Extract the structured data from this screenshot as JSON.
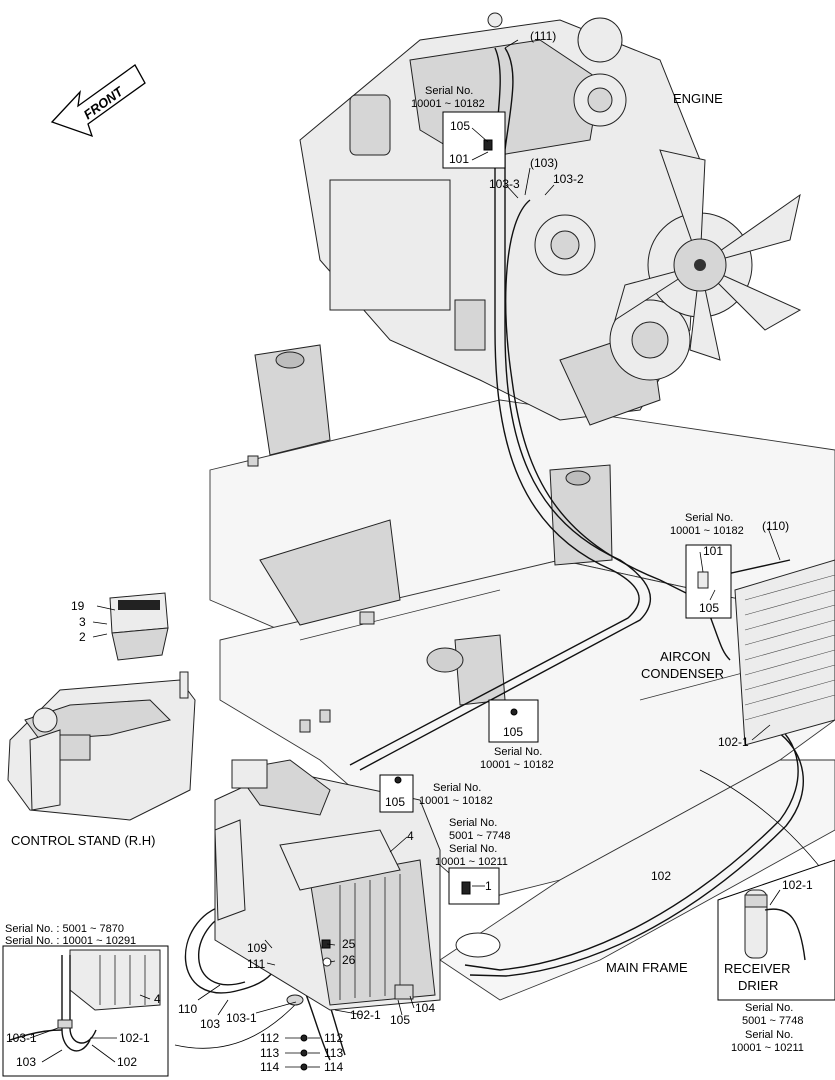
{
  "labels": {
    "front": "FRONT",
    "engine": "ENGINE",
    "aircon_condenser_1": "AIRCON",
    "aircon_condenser_2": "CONDENSER",
    "main_frame": "MAIN FRAME",
    "control_stand": "CONTROL STAND (R.H)",
    "receiver_drier_1": "RECEIVER",
    "receiver_drier_2": "DRIER"
  },
  "serials": {
    "engine_top_1": "Serial No.",
    "engine_top_2": "10001 ~ 10182",
    "condenser_1": "Serial No.",
    "condenser_2": "10001 ~ 10182",
    "mid_1": "Serial No.",
    "mid_2": "10001 ~ 10182",
    "lower_1": "Serial No.",
    "lower_2": "10001 ~ 10182",
    "part1_a": "Serial No.",
    "part1_b": "5001 ~ 7748",
    "part1_c": "Serial No.",
    "part1_d": "10001 ~ 10211",
    "inset_a": "Serial No. : 5001 ~ 7870",
    "inset_b": "Serial No. : 10001 ~ 10291",
    "drier_a": "Serial No.",
    "drier_b": "5001 ~ 7748",
    "drier_c": "Serial No.",
    "drier_d": "10001 ~ 10211"
  },
  "parts": {
    "p111": "(111)",
    "p105a": "105",
    "p101a": "101",
    "p103p": "(103)",
    "p103_3": "103-3",
    "p103_2": "103-2",
    "p110p": "(110)",
    "p101b": "101",
    "p105b": "105",
    "p19": "19",
    "p3": "3",
    "p2": "2",
    "p102_1a": "102-1",
    "p105c": "105",
    "p105d": "105",
    "p4a": "4",
    "p1": "1",
    "p102": "102",
    "p102_1b": "102-1",
    "p109": "109",
    "p111b": "111",
    "p25": "25",
    "p26": "26",
    "p110": "110",
    "p103a": "103",
    "p103_1a": "103-1",
    "p102_1c": "102-1",
    "p104": "104",
    "p105e": "105",
    "p112a": "112",
    "p112b": "112",
    "p113a": "113",
    "p113b": "113",
    "p114a": "114",
    "p114b": "114",
    "p4b": "4",
    "p103_1b": "103-1",
    "p102_1d": "102-1",
    "p103b": "103",
    "p102b": "102"
  }
}
